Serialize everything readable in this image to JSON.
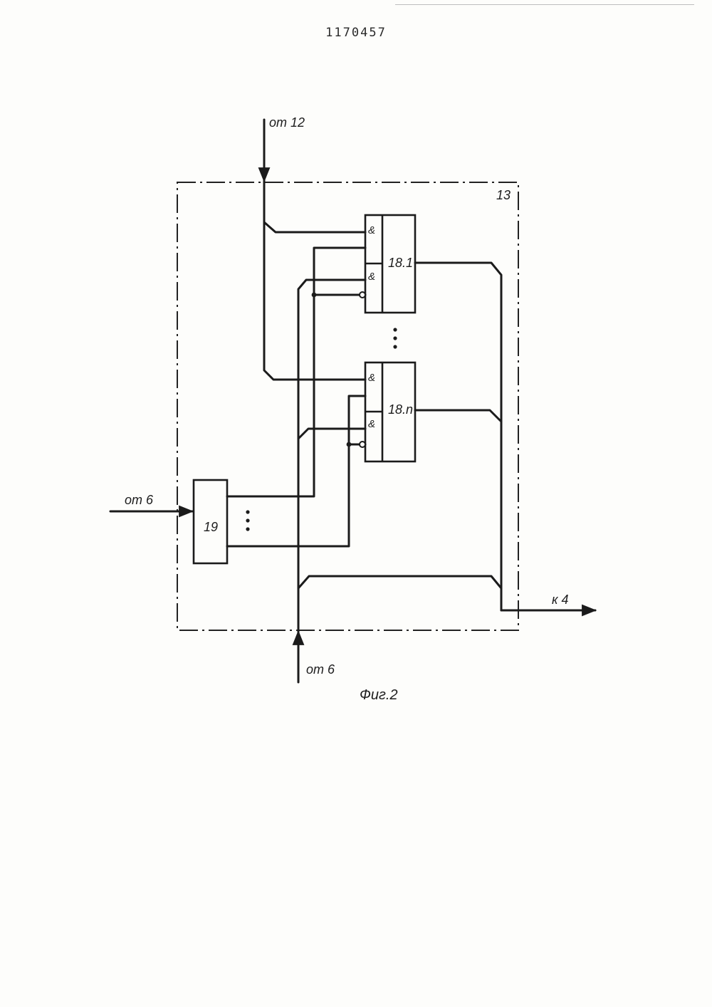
{
  "document": {
    "patent_number": "1170457",
    "figure_caption": "Фиг.2"
  },
  "diagram": {
    "block_13_label": "13",
    "block_19_label": "19",
    "block_18_1_label": "18.1",
    "block_18_n_label": "18.n",
    "and_gate_symbol": "&",
    "input_top_label": "от 12",
    "input_left_label": "от 6",
    "input_bottom_label": "от 6",
    "output_label": "к 4"
  }
}
